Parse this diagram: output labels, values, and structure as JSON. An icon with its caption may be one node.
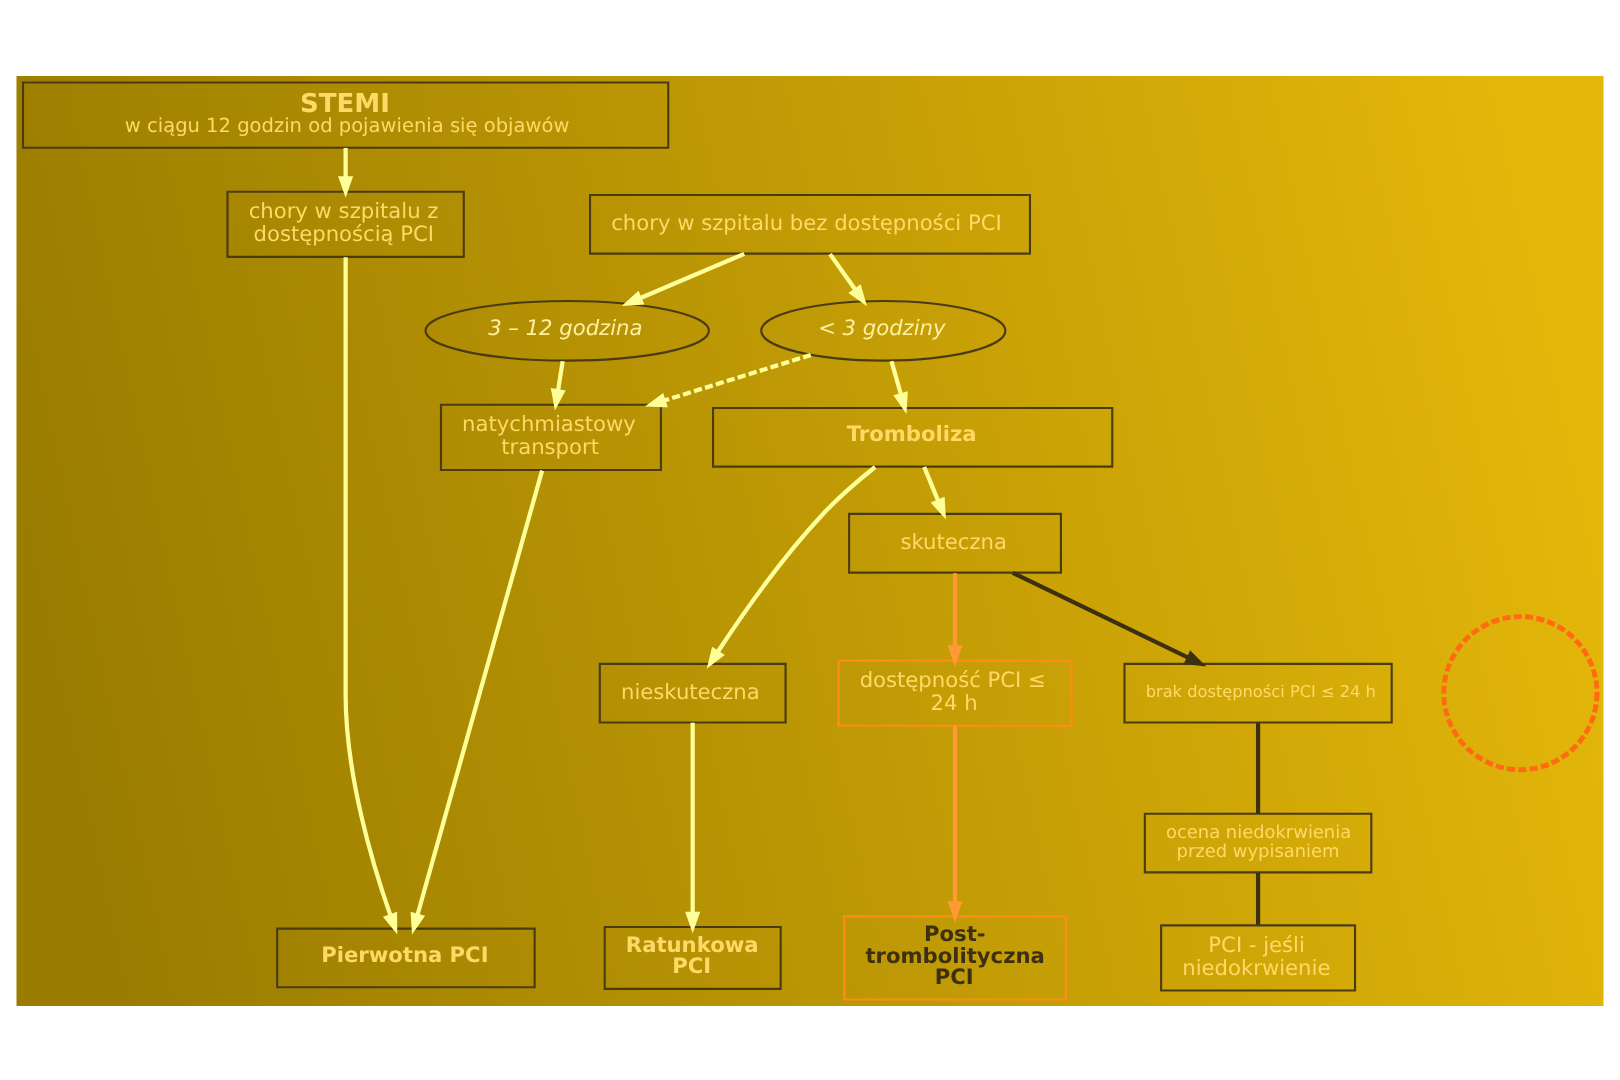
{
  "diagram": {
    "nodes": [
      {
        "text": [
          "STEMI",
          "w ciągu 12 godzin od pojawienia się objawów"
        ]
      },
      {
        "text": [
          "chory w szpitalu z dostępnością PCI"
        ]
      },
      {
        "text": [
          "chory w szpitalu bez dostępności PCI"
        ]
      },
      {
        "text": [
          "3 – 12 godzina"
        ]
      },
      {
        "text": [
          "< 3 godziny"
        ]
      },
      {
        "text": [
          "natychmiastowy transport"
        ]
      },
      {
        "text": [
          "Tromboliza"
        ]
      },
      {
        "text": [
          "skuteczna"
        ]
      },
      {
        "text": [
          "nieskuteczna"
        ]
      },
      {
        "text": [],
        "shape": "circle"
      },
      {
        "text": [
          "dostępność PCI ≤ 24 h"
        ]
      },
      {
        "text": [
          "brak dostępności PCI ≤ 24 h"
        ]
      },
      {
        "text": [
          "ocena niedokrwienia przed wypisaniem"
        ]
      },
      {
        "text": [
          "Pierwotna PCI"
        ]
      },
      {
        "text": [
          "Ratunkowa PCI"
        ]
      },
      {
        "text": [
          "Post-trombolityczna PCI"
        ]
      },
      {
        "text": [
          "PCI - jeśli niedokrwienie"
        ]
      }
    ],
    "edges": [
      {
        "from": 0,
        "to": 1,
        "arrow": "to"
      },
      {
        "from": 2,
        "to": 3,
        "arrow": "to"
      },
      {
        "from": 2,
        "to": 4,
        "arrow": "to"
      },
      {
        "from": 1,
        "to": 13,
        "arrow": "to"
      },
      {
        "from": 3,
        "to": 5,
        "arrow": "to"
      },
      {
        "from": 4,
        "to": 5,
        "arrow": "to",
        "style": "dashed"
      },
      {
        "from": 5,
        "to": 13,
        "arrow": "to"
      },
      {
        "from": 4,
        "to": 6,
        "arrow": "to"
      },
      {
        "from": 6,
        "to": 8,
        "arrow": "to"
      },
      {
        "from": 6,
        "to": 7,
        "arrow": "to"
      },
      {
        "from": 8,
        "to": 14,
        "arrow": "to"
      },
      {
        "from": 7,
        "to": 10,
        "arrow": "to",
        "color": "#ff9933"
      },
      {
        "from": 7,
        "to": 11,
        "arrow": "to",
        "color": "#3c3010"
      },
      {
        "from": 10,
        "to": 15,
        "arrow": "to",
        "color": "#ff9933"
      },
      {
        "from": 11,
        "to": 12,
        "arrow": "none",
        "color": "#3c3010"
      },
      {
        "from": 12,
        "to": 16,
        "arrow": "none",
        "color": "#3c3010"
      }
    ]
  }
}
